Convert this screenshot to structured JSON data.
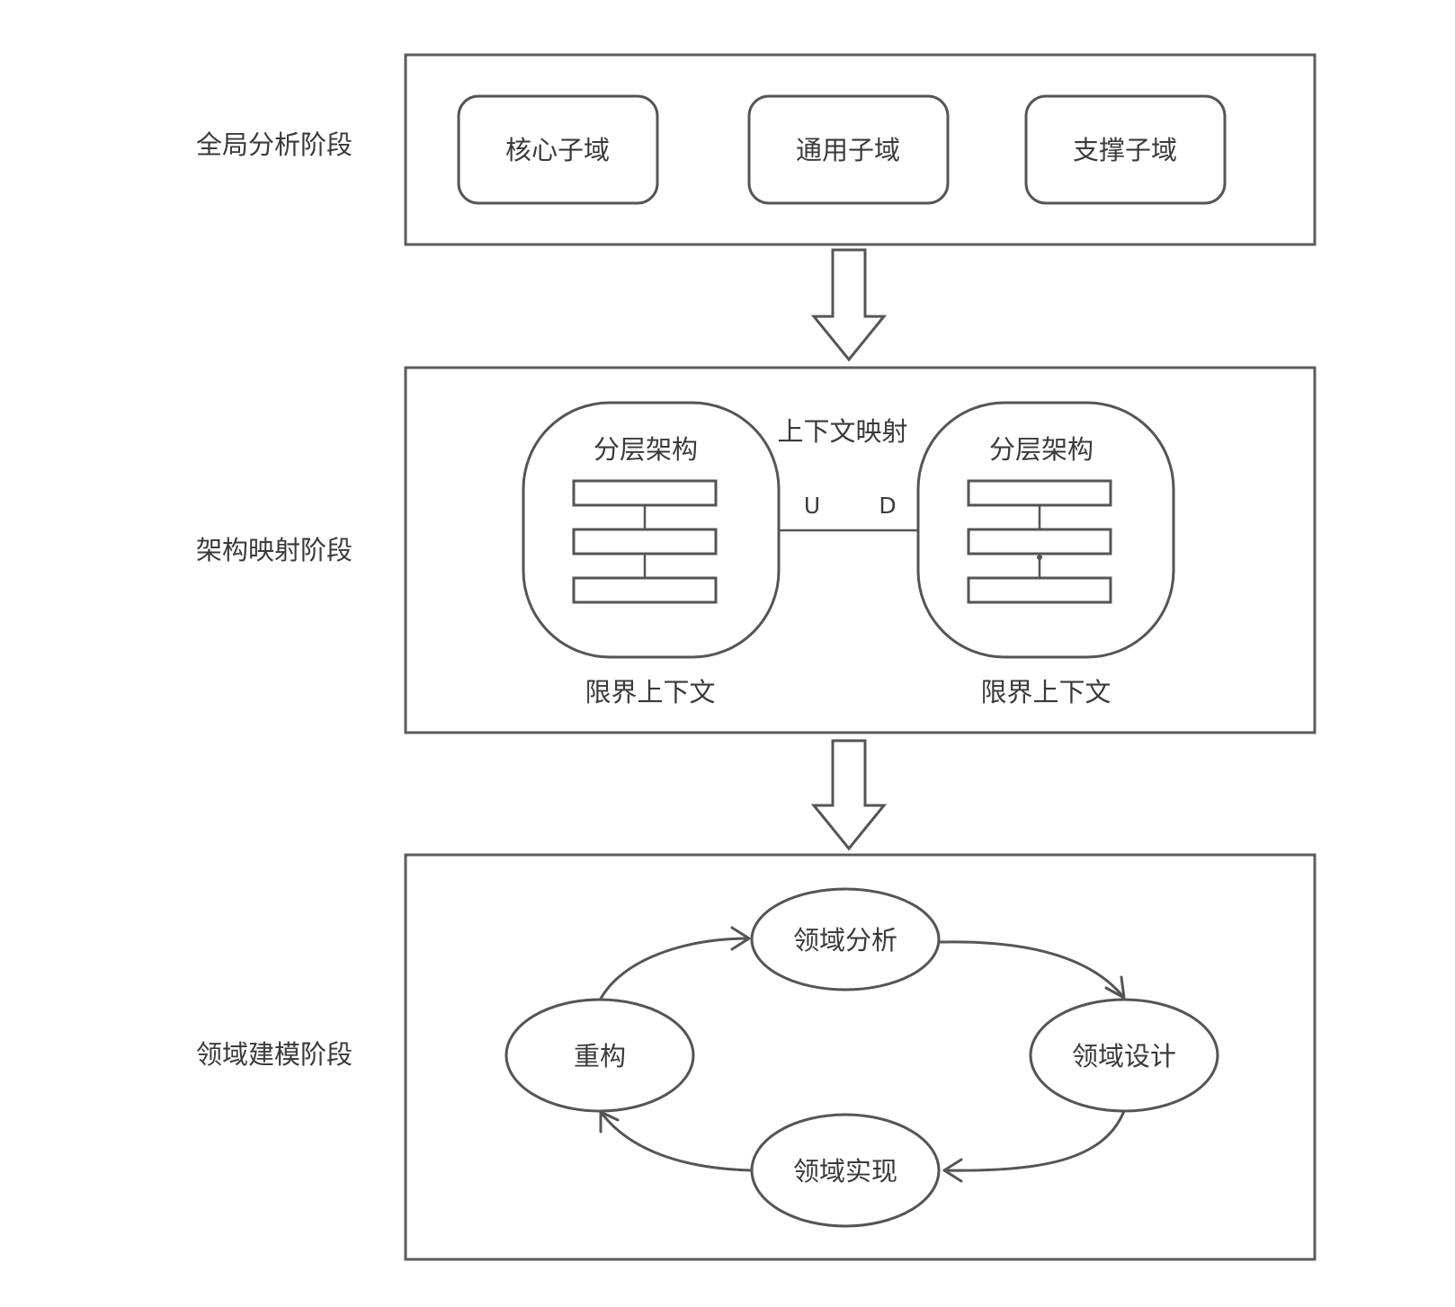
{
  "stages": [
    {
      "label": "全局分析阶段",
      "boxes": [
        "核心子域",
        "通用子域",
        "支撑子域"
      ]
    },
    {
      "label": "架构映射阶段",
      "mapping_label": "上下文映射",
      "left": {
        "title": "分层架构",
        "caption": "限界上下文",
        "end_label": "U"
      },
      "right": {
        "title": "分层架构",
        "caption": "限界上下文",
        "end_label": "D"
      }
    },
    {
      "label": "领域建模阶段",
      "cycle": {
        "top": "领域分析",
        "right": "领域设计",
        "bottom": "领域实现",
        "left": "重构"
      }
    }
  ]
}
